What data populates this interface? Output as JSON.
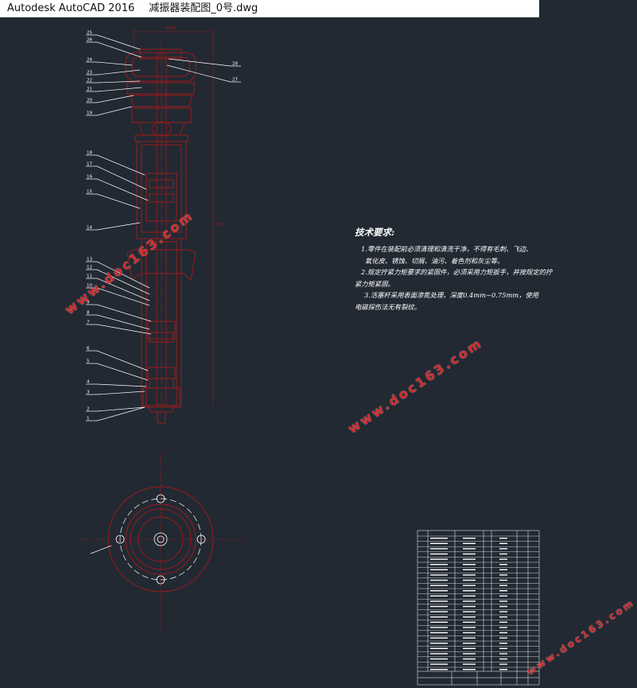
{
  "window": {
    "app_title": "Autodesk AutoCAD 2016",
    "document_title": "减振器装配图_0号.dwg"
  },
  "tech_requirements": {
    "title": "技术要求:",
    "lines": [
      "1.零件在装配前必须清理和清洗干净，不得有毛刺、飞边、",
      "氧化皮、锈蚀、切屑、油污、着色剂和灰尘等。",
      "2.规定拧紧力矩要求的紧固件，必须采用力矩扳手，并按规定的拧",
      "紧力矩紧固。",
      "3.活塞杆采用表面渗氮处理，深度0.4mm~0.75mm，使用",
      "电磁探伤法无有裂纹。"
    ]
  },
  "watermarks": [
    "www.doc163.com",
    "www.doc163.com",
    "www.doc163.com"
  ],
  "balloons_left": [
    "25",
    "26",
    "24",
    "23",
    "22",
    "21",
    "20",
    "19",
    "18",
    "17",
    "16",
    "15",
    "14",
    "13",
    "12",
    "11",
    "10",
    "9",
    "8",
    "7",
    "6",
    "5",
    "4",
    "3",
    "2",
    "1"
  ],
  "balloons_right": [
    "28",
    "27"
  ],
  "dimensions": {
    "top_width": "Φ135",
    "overall_length": "555"
  },
  "colors": {
    "background": "#222933",
    "drawing_lines": "#9c1a1a",
    "leaders": "#ffffff",
    "text": "#ffffff",
    "watermark": "#cf2a2a"
  }
}
